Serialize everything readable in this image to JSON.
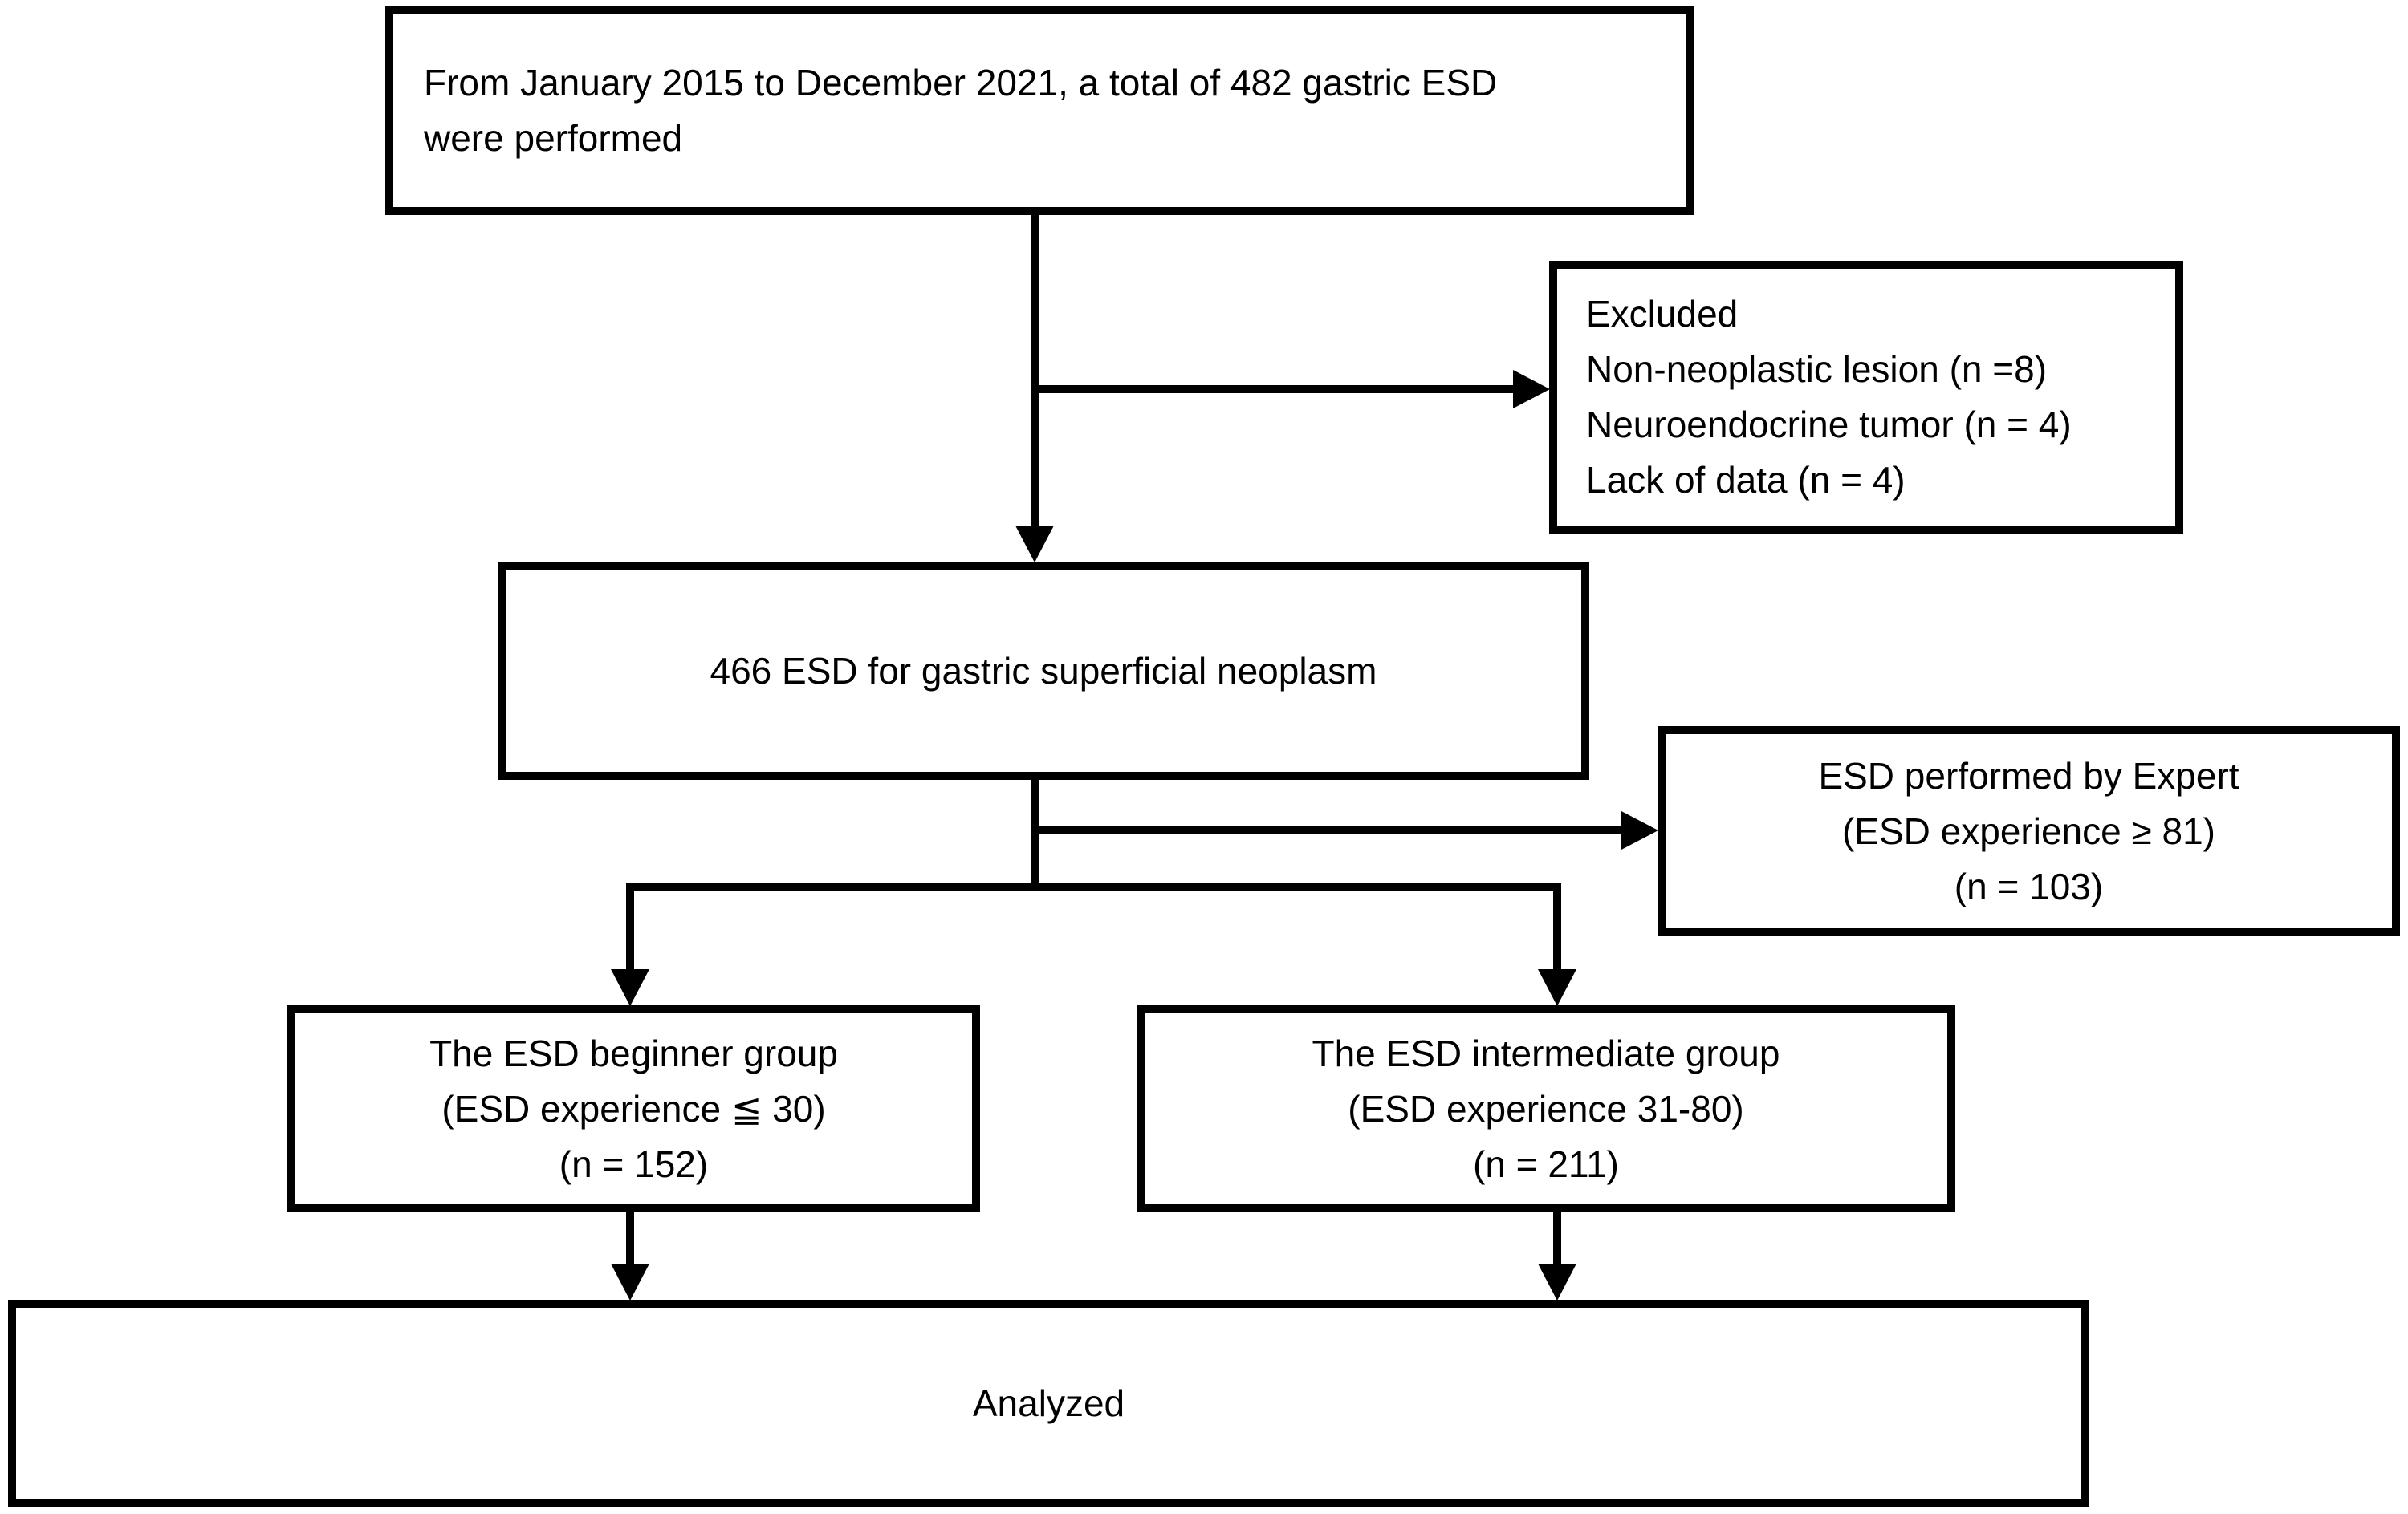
{
  "figure": {
    "type": "study-flow-diagram",
    "background_color": "#ffffff",
    "line_color": "#000000",
    "text_color": "#000000",
    "boxes": {
      "total_esd": {
        "lines": [
          "From January 2015 to December 2021, a total of 482 gastric ESD",
          "were performed"
        ]
      },
      "excluded": {
        "lines": [
          "Excluded",
          "Non-neoplastic lesion (n =8)",
          "Neuroendocrine tumor (n = 4)",
          "Lack of data (n = 4)"
        ]
      },
      "superficial_neoplasm": {
        "lines": [
          "466 ESD for gastric superficial neoplasm"
        ]
      },
      "expert": {
        "lines": [
          "ESD performed by Expert",
          "(ESD experience ≥ 81)",
          "(n = 103)"
        ]
      },
      "beginner": {
        "lines": [
          "The ESD beginner group",
          "(ESD experience ≦ 30)",
          "(n = 152)"
        ]
      },
      "intermediate": {
        "lines": [
          "The ESD intermediate group",
          "(ESD experience 31-80)",
          "(n = 211)"
        ]
      },
      "analyzed": {
        "lines": [
          "Analyzed"
        ]
      }
    }
  }
}
